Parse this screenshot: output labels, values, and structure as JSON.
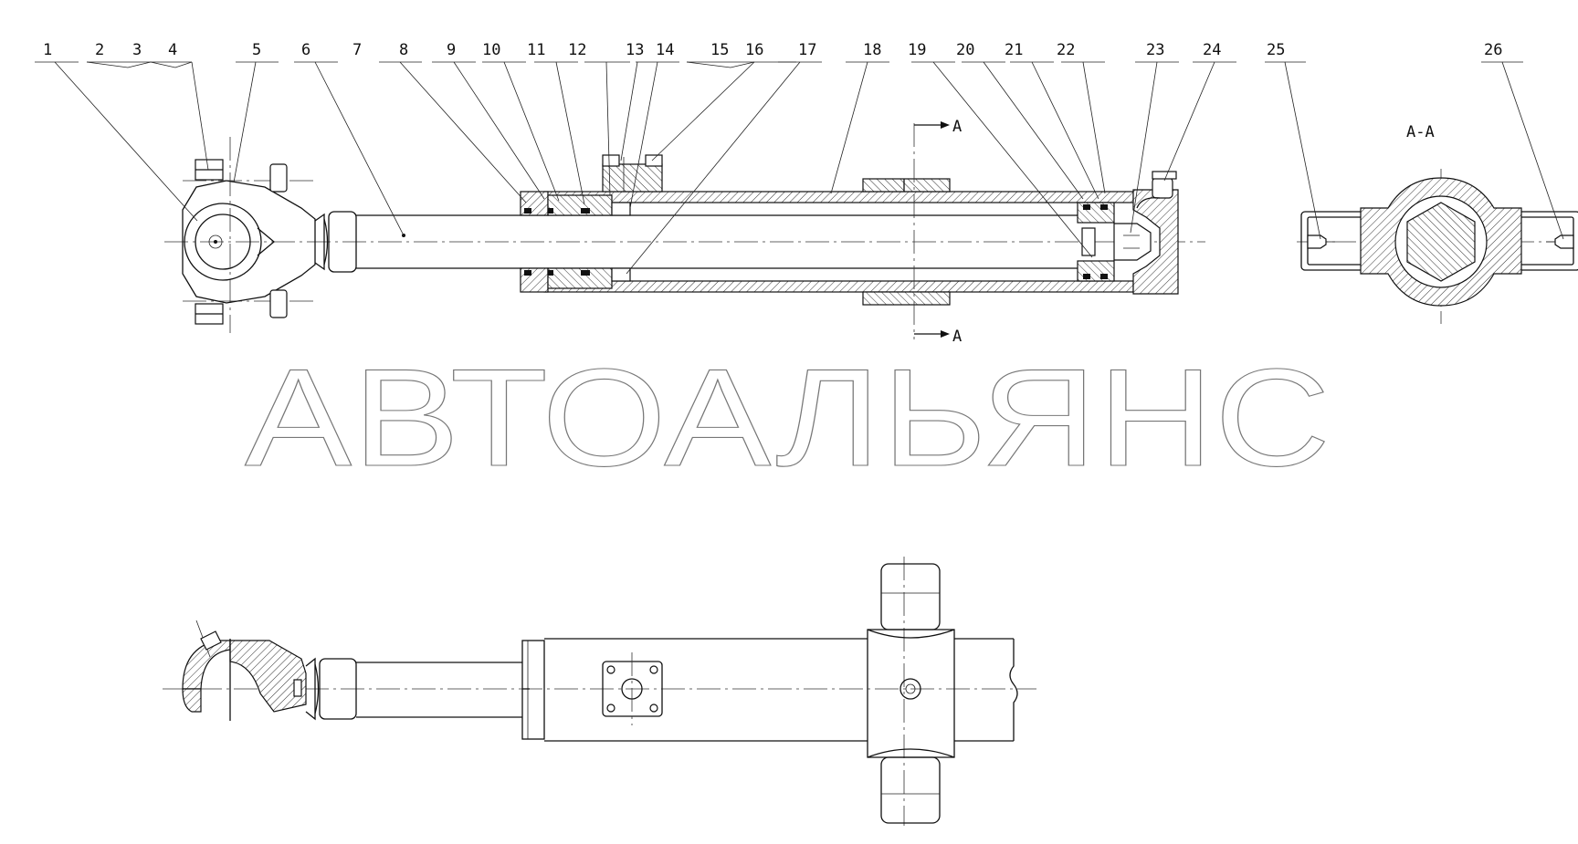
{
  "watermark": "АВТОАЛЬЯНС",
  "section_view_label": "А-А",
  "section_marks": {
    "top": "А",
    "bottom": "А"
  },
  "callouts": [
    "1",
    "2",
    "3",
    "4",
    "5",
    "6",
    "7",
    "8",
    "9",
    "10",
    "11",
    "12",
    "13",
    "14",
    "15",
    "16",
    "17",
    "18",
    "19",
    "20",
    "21",
    "22",
    "23",
    "24",
    "25",
    "26"
  ]
}
